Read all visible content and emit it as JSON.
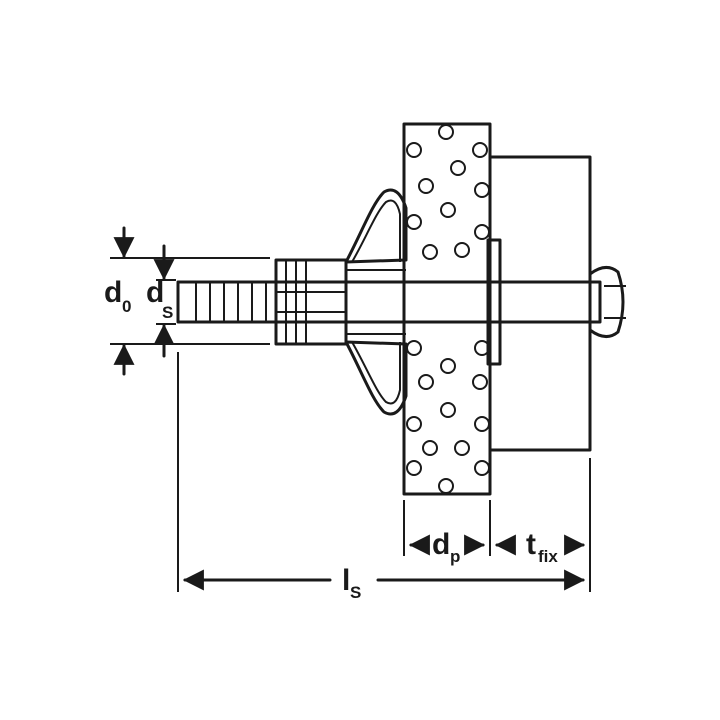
{
  "labels": {
    "d0": {
      "main": "d",
      "sub": "0"
    },
    "ds": {
      "main": "d",
      "sub": "S"
    },
    "dp": {
      "main": "d",
      "sub": "p"
    },
    "tfix": {
      "main": "t",
      "sub": "fix"
    },
    "ls": {
      "main": "l",
      "sub": "S"
    }
  }
}
